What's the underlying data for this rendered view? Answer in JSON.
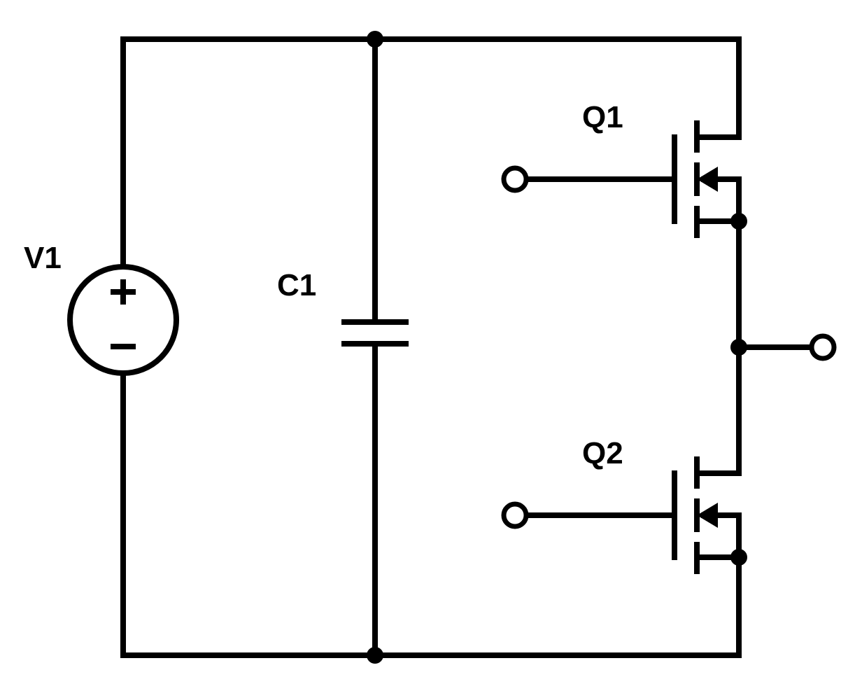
{
  "diagram": {
    "type": "circuit-schematic",
    "colors": {
      "stroke": "#000000",
      "background": "#ffffff"
    },
    "components": {
      "source": {
        "label": "V1",
        "kind": "dc-voltage-source",
        "plus_symbol": "+",
        "minus_symbol": "−"
      },
      "capacitor": {
        "label": "C1",
        "kind": "capacitor"
      },
      "high_side_switch": {
        "label": "Q1",
        "kind": "n-channel-mosfet"
      },
      "low_side_switch": {
        "label": "Q2",
        "kind": "n-channel-mosfet"
      }
    },
    "terminals": [
      "q1-gate-input",
      "q2-gate-input",
      "switch-node-output"
    ]
  }
}
